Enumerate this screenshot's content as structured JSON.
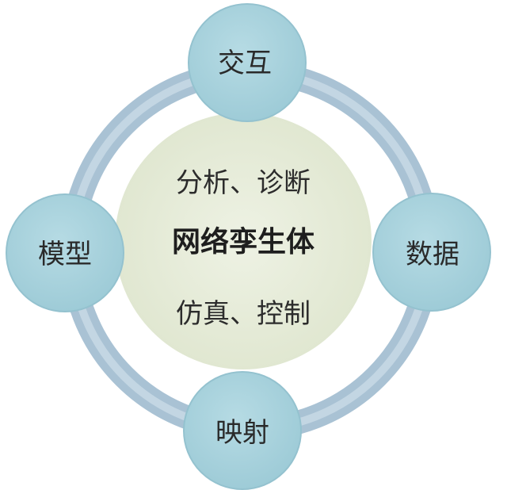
{
  "center": {
    "title": "网络孪生体",
    "top_text": "分析、诊断",
    "bottom_text": "仿真、控制"
  },
  "nodes": {
    "top": "交互",
    "right": "数据",
    "bottom": "映射",
    "left": "模型"
  },
  "colors": {
    "ring": "#a9c2d4",
    "ring_inner": "#c3d6e3",
    "node_fill": "#a6d0db",
    "node_stroke": "#94c2cf",
    "center_fill": "#e6ecd9",
    "text": "#2a2a2a"
  }
}
